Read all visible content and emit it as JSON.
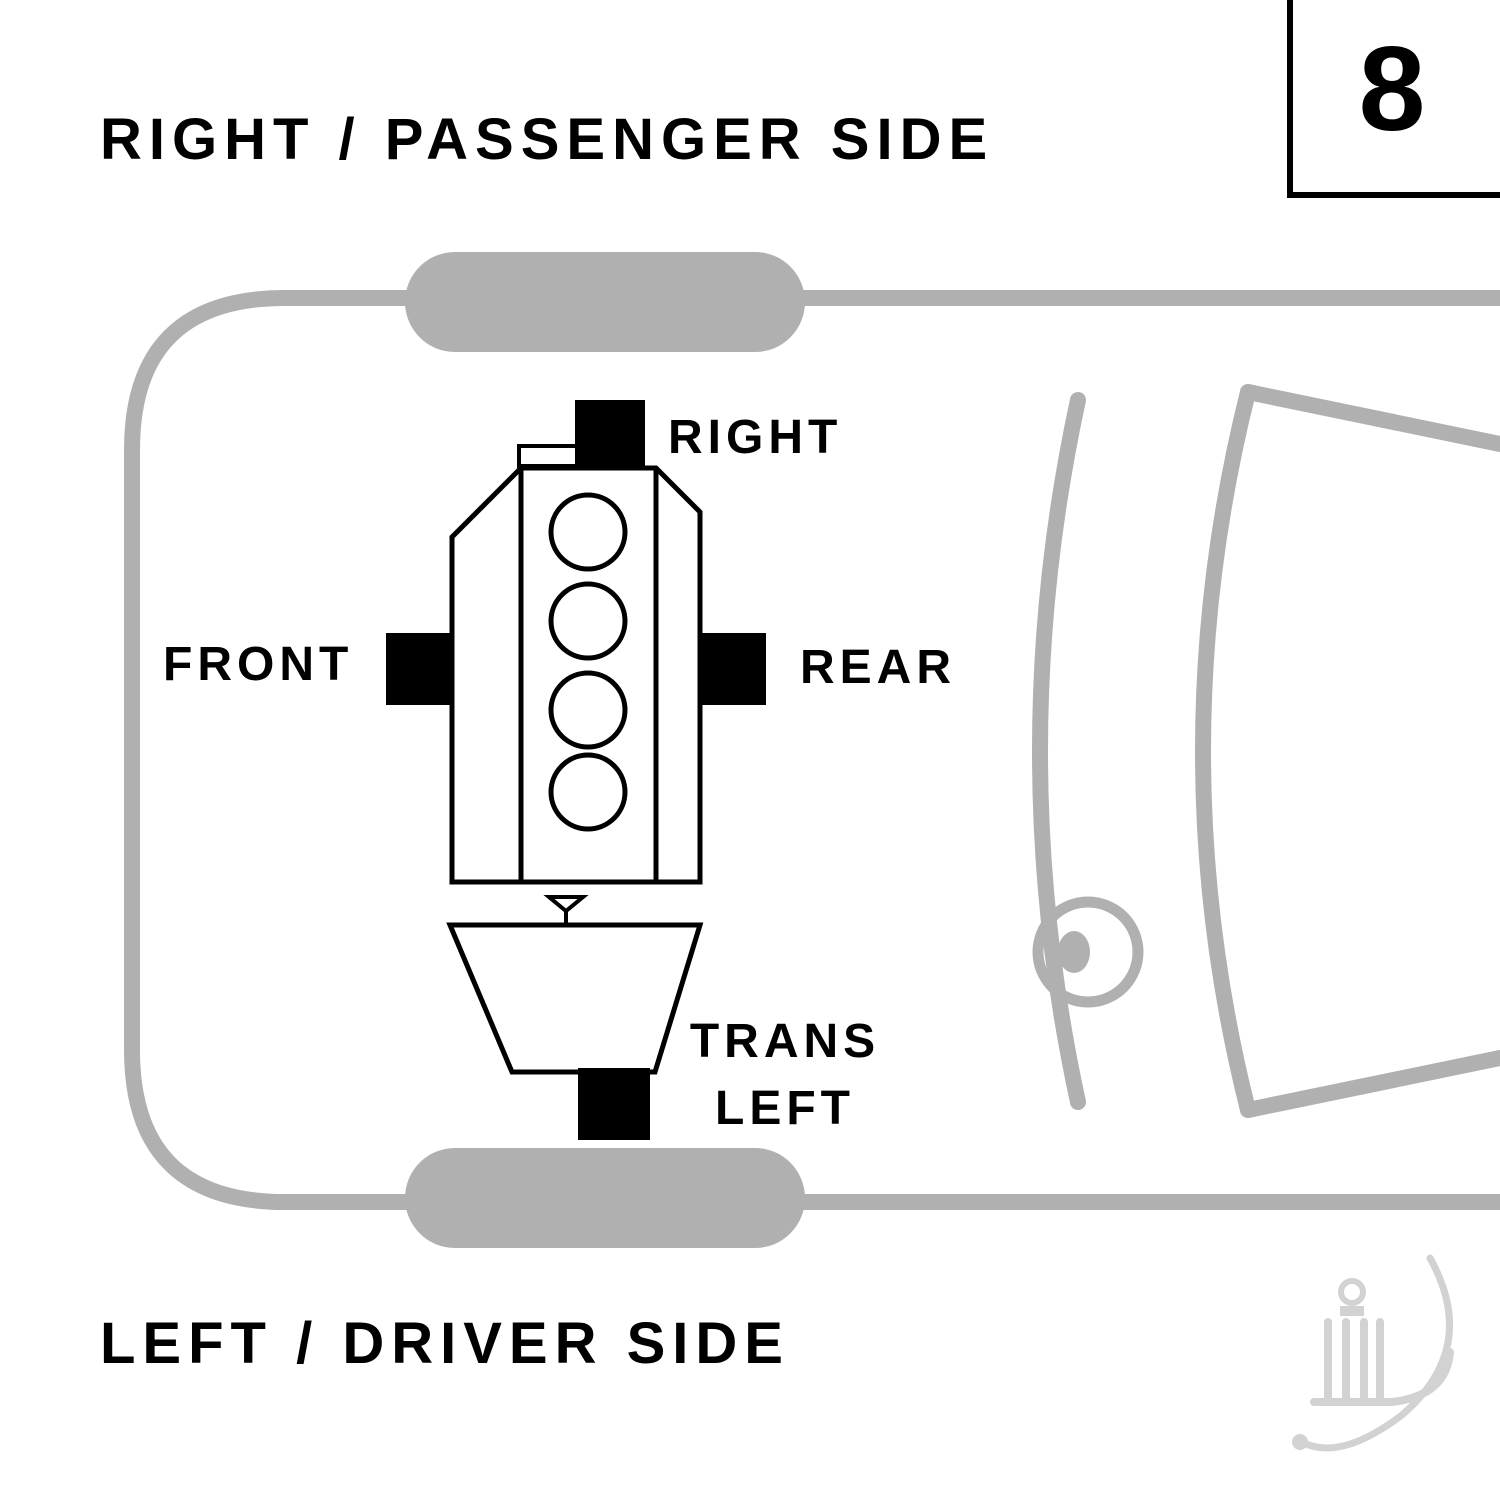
{
  "page": {
    "number": "8"
  },
  "titles": {
    "top": "RIGHT / PASSENGER SIDE",
    "bottom": "LEFT / DRIVER SIDE"
  },
  "mounts": {
    "right": "RIGHT",
    "front": "FRONT",
    "rear": "REAR",
    "trans_line1": "TRANS",
    "trans_line2": "LEFT"
  },
  "colors": {
    "outline_gray": "#b0b0b0",
    "mount_black": "#000000",
    "watermark_gray": "#d2d2d2",
    "background": "#ffffff"
  }
}
